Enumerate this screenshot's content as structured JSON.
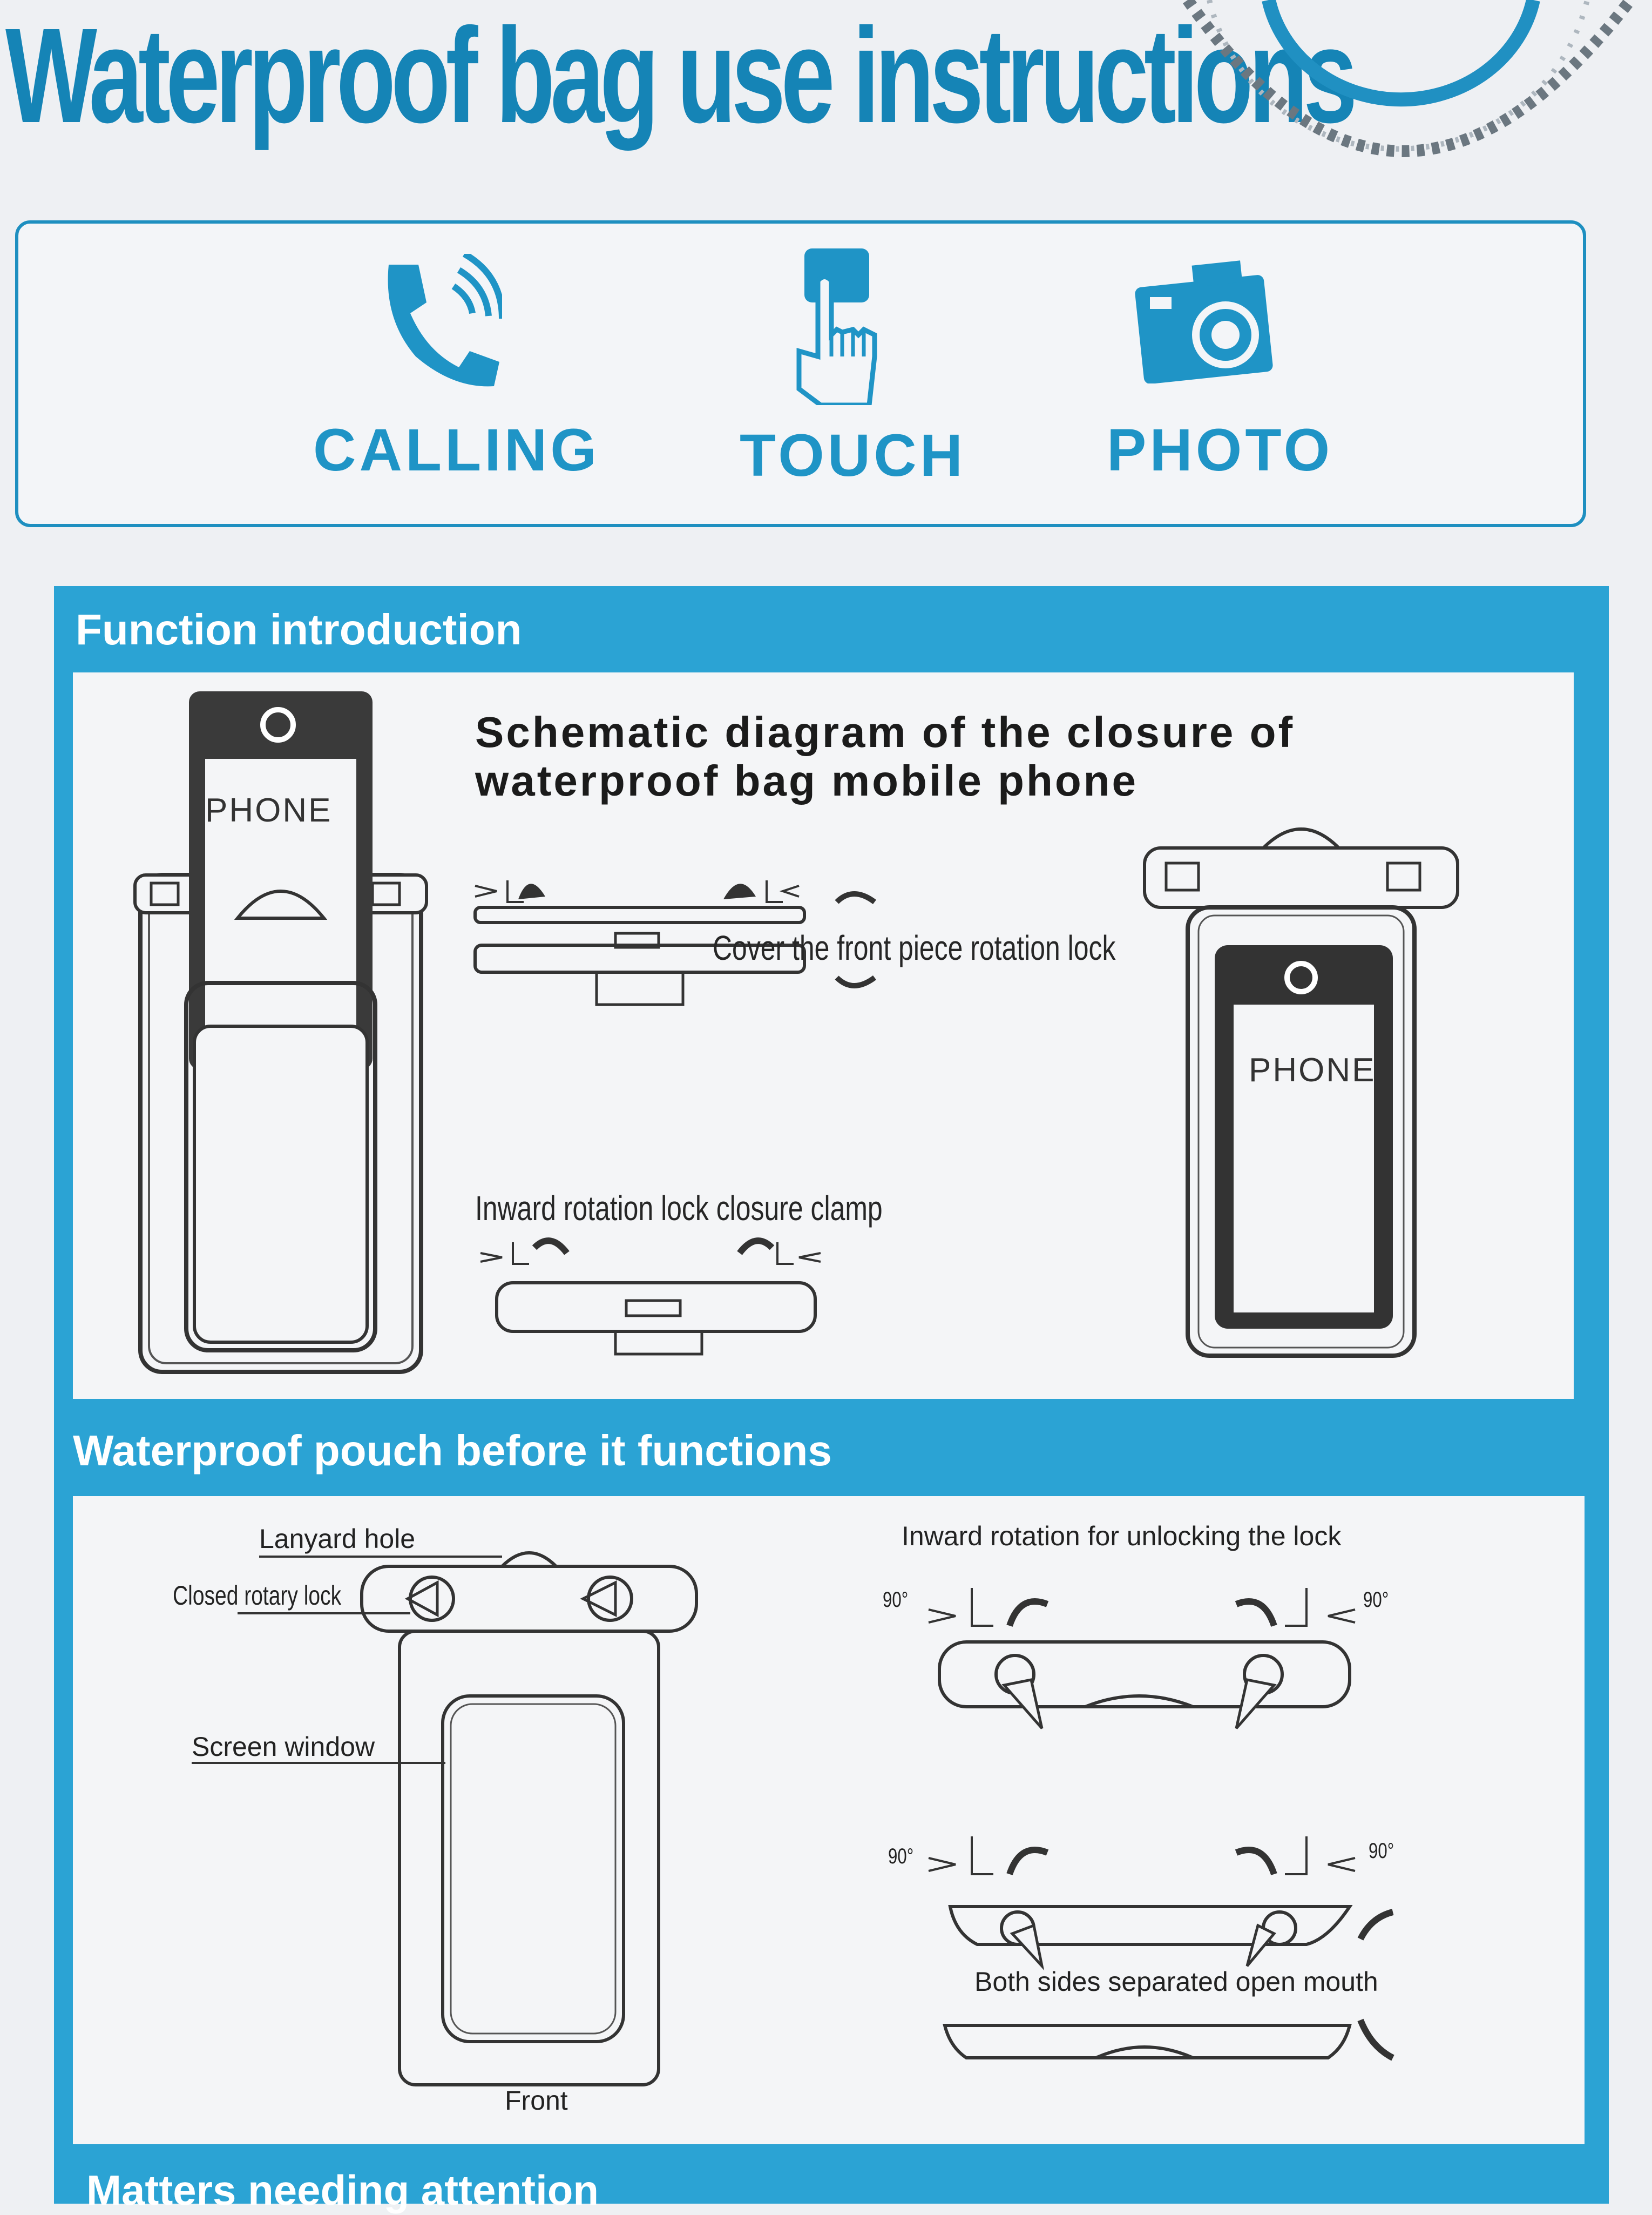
{
  "header": {
    "title": "Waterproof bag use instructions"
  },
  "features": [
    {
      "icon": "phone-calling-icon",
      "label": "CALLING"
    },
    {
      "icon": "touch-hand-icon",
      "label": "TOUCH"
    },
    {
      "icon": "camera-icon",
      "label": "PHOTO"
    }
  ],
  "function_intro": {
    "title": "Function introduction",
    "phone_label": "PHONE",
    "schematic_title_line1": "Schematic diagram of the closure of",
    "schematic_title_line2": "waterproof bag mobile phone",
    "cover_caption": "Cover the front piece rotation lock",
    "inward_caption": "Inward rotation lock closure clamp"
  },
  "pouch_before": {
    "title": "Waterproof pouch before it functions",
    "lanyard_label": "Lanyard hole",
    "rotary_lock_label": "Closed rotary lock",
    "screen_window_label": "Screen window",
    "front_label": "Front",
    "unlock_caption": "Inward rotation for unlocking the lock",
    "open_caption": "Both sides separated open mouth",
    "angle_label": "90°"
  },
  "footer": {
    "title": "Matters needing attention"
  },
  "colors": {
    "brand_blue": "#1e8fc0",
    "band_blue": "#2ba3d4"
  }
}
